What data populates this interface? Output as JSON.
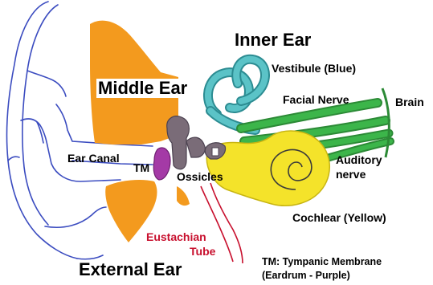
{
  "labels": {
    "inner_ear": "Inner Ear",
    "middle_ear": "Middle Ear",
    "external_ear": "External Ear",
    "vestibule": "Vestibule (Blue)",
    "facial_nerve": "Facial Nerve",
    "brain": "Brain",
    "ear_canal": "Ear Canal",
    "tm": "TM",
    "ossicles": "Ossicles",
    "auditory_nerve_line1": "Auditory",
    "auditory_nerve_line2": "nerve",
    "cochlear": "Cochlear (Yellow)",
    "eustachian_line1": "Eustachian",
    "eustachian_line2": "Tube",
    "tm_legend_line1": "TM:  Tympanic Membrane",
    "tm_legend_line2": "(Eardrum - Purple)"
  },
  "colors": {
    "outline_ear": "#3b4cc0",
    "middle_ear_fill": "#f39a1e",
    "vestibule_fill": "#5bc3c7",
    "vestibule_stroke": "#2c8c92",
    "nerve_fill": "#3cb54a",
    "cochlea_fill": "#f4e32a",
    "ossicles_fill": "#7a6c78",
    "eardrum_fill": "#a43aa6",
    "eustachian_stroke": "#c8102e",
    "eustachian_label": "#c8102e"
  }
}
